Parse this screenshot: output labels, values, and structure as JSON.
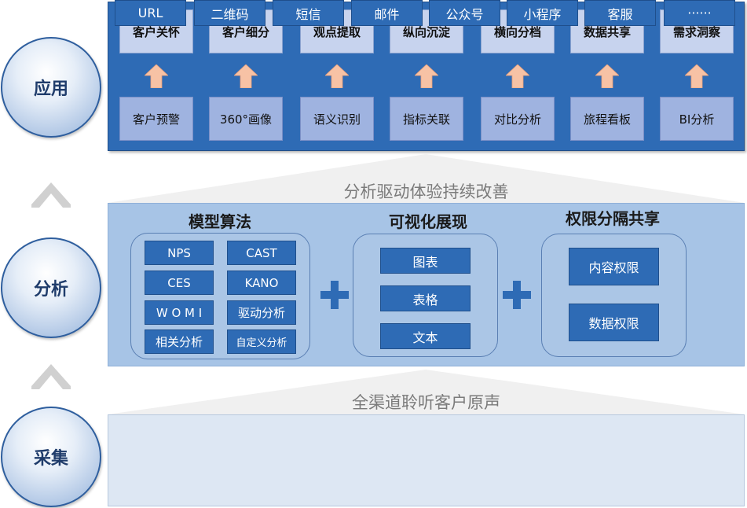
{
  "layers": {
    "application": "应用",
    "analysis": "分析",
    "collection": "采集"
  },
  "application": {
    "top": [
      "客户关怀",
      "客户细分",
      "观点提取",
      "纵向沉淀",
      "横向分档",
      "数据共享",
      "需求洞察"
    ],
    "bottom": [
      "客户预警",
      "360°画像",
      "语义识别",
      "指标关联",
      "对比分析",
      "旅程看板",
      "BI分析"
    ]
  },
  "bands": {
    "upper": "分析驱动体验持续改善",
    "lower": "全渠道聆听客户原声"
  },
  "analysis": {
    "model_title": "模型算法",
    "models": [
      "NPS",
      "CAST",
      "CES",
      "KANO",
      "W O M I",
      "驱动分析",
      "相关分析",
      "自定义分析"
    ],
    "visual_title": "可视化展现",
    "visuals": [
      "图表",
      "表格",
      "文本"
    ],
    "permission_title": "权限分隔共享",
    "permissions": [
      "内容权限",
      "数据权限"
    ]
  },
  "collection": {
    "channels": [
      "URL",
      "二维码",
      "短信",
      "邮件",
      "公众号",
      "小程序",
      "客服",
      "······"
    ]
  },
  "colors": {
    "primary_blue": "#2e6bb5",
    "arrow_orange": "#f7c2a5",
    "analysis_bg": "#a7c4e6",
    "collection_bg": "#dde7f3"
  }
}
